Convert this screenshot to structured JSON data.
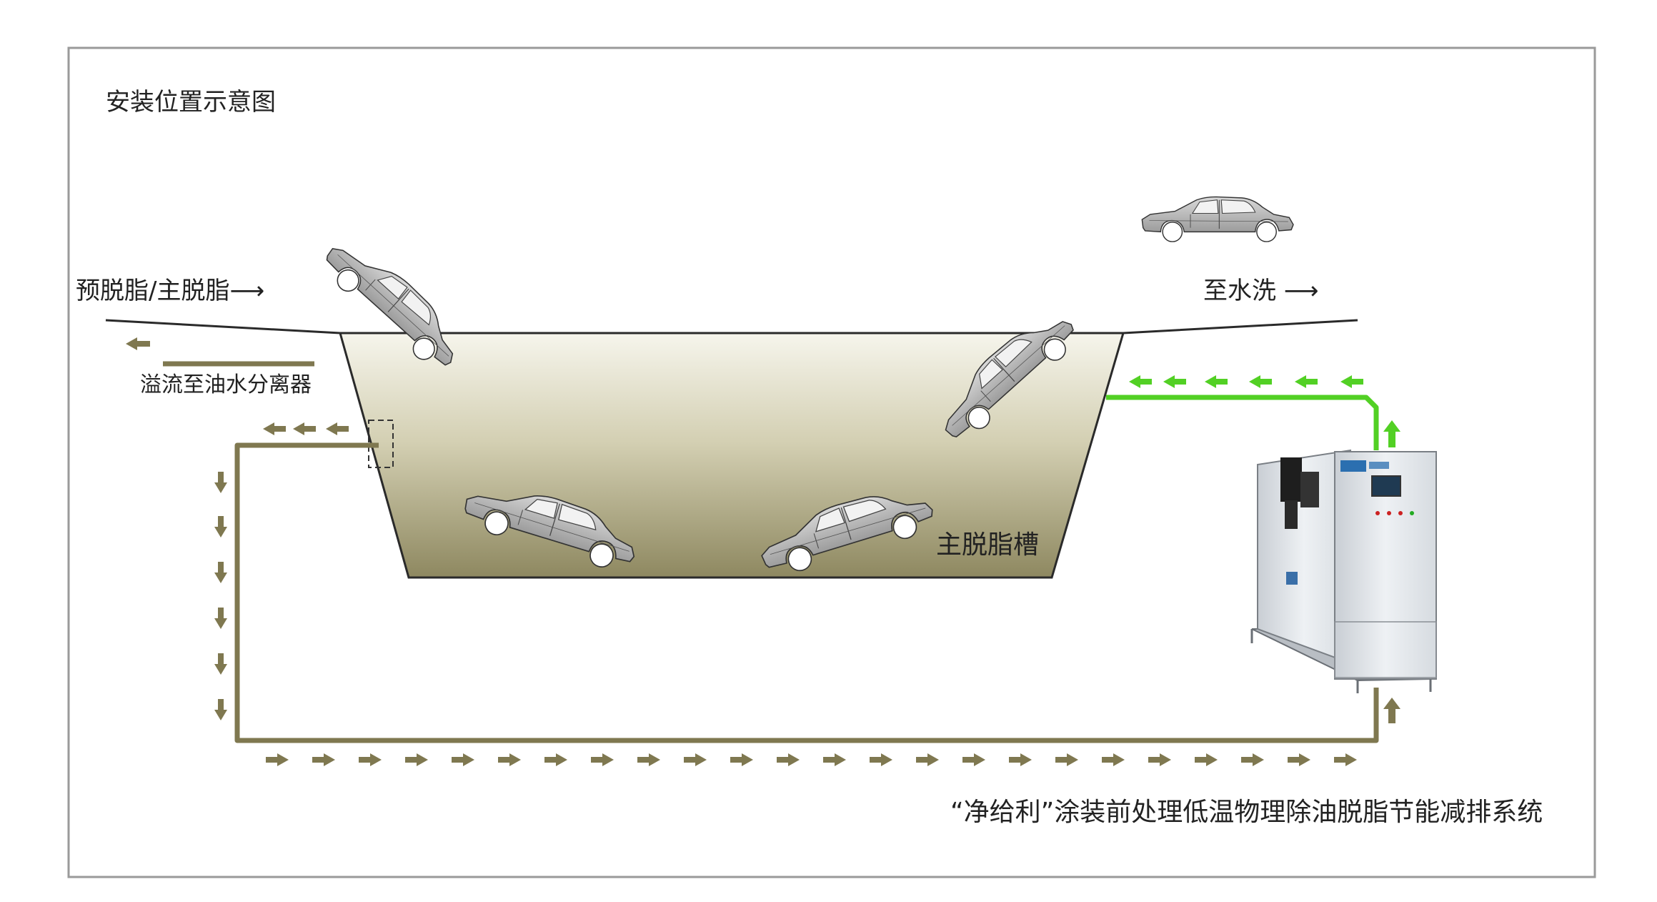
{
  "title": "安装位置示意图",
  "labels": {
    "inflow": "预脱脂/主脱脂⟶",
    "outflow": "至水洗 ⟶",
    "overflow": "溢流至油水分离器",
    "tank": "主脱脂槽",
    "system": "“净给利”涂装前处理低温物理除油脱脂节能减排系统"
  },
  "colors": {
    "frame": "#9a9a9a",
    "pipe_olive": "#7f7850",
    "pipe_green": "#52d024",
    "liquid_top": "#f4f3e8",
    "liquid_bottom": "#8f8a62"
  },
  "icons": [
    "car-body-icon",
    "treatment-machine-icon",
    "arrow-left-icon",
    "arrow-right-icon",
    "arrow-down-icon",
    "arrow-up-icon"
  ]
}
